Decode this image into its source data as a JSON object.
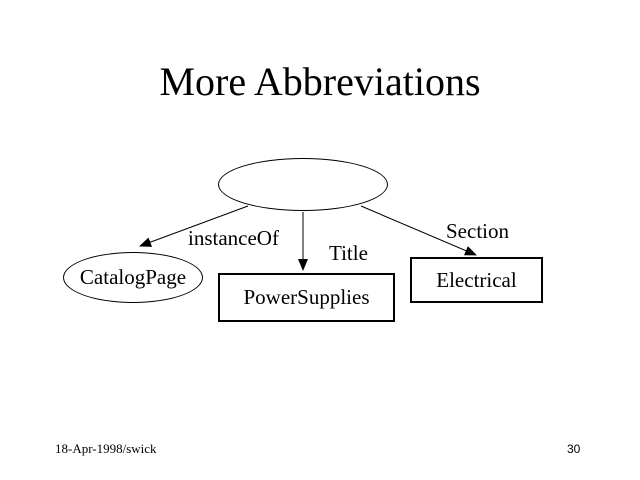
{
  "slide": {
    "title": "More Abbreviations",
    "diagram": {
      "root_label": "",
      "nodes": [
        {
          "id": "catalog-page",
          "shape": "ellipse",
          "label": "CatalogPage"
        },
        {
          "id": "power-supplies",
          "shape": "rectangle",
          "label": "PowerSupplies"
        },
        {
          "id": "electrical",
          "shape": "rectangle",
          "label": "Electrical"
        }
      ],
      "edges": [
        {
          "from": "root-ellipse",
          "to": "catalog-page",
          "label": "instanceOf"
        },
        {
          "from": "root-ellipse",
          "to": "power-supplies",
          "label": "Title"
        },
        {
          "from": "root-ellipse",
          "to": "electrical",
          "label": "Section"
        }
      ],
      "colors": {
        "stroke": "#000000",
        "text": "#000000",
        "background": "#ffffff"
      }
    },
    "footer": {
      "date": "18-Apr-1998/swick",
      "page_number": "30"
    }
  }
}
